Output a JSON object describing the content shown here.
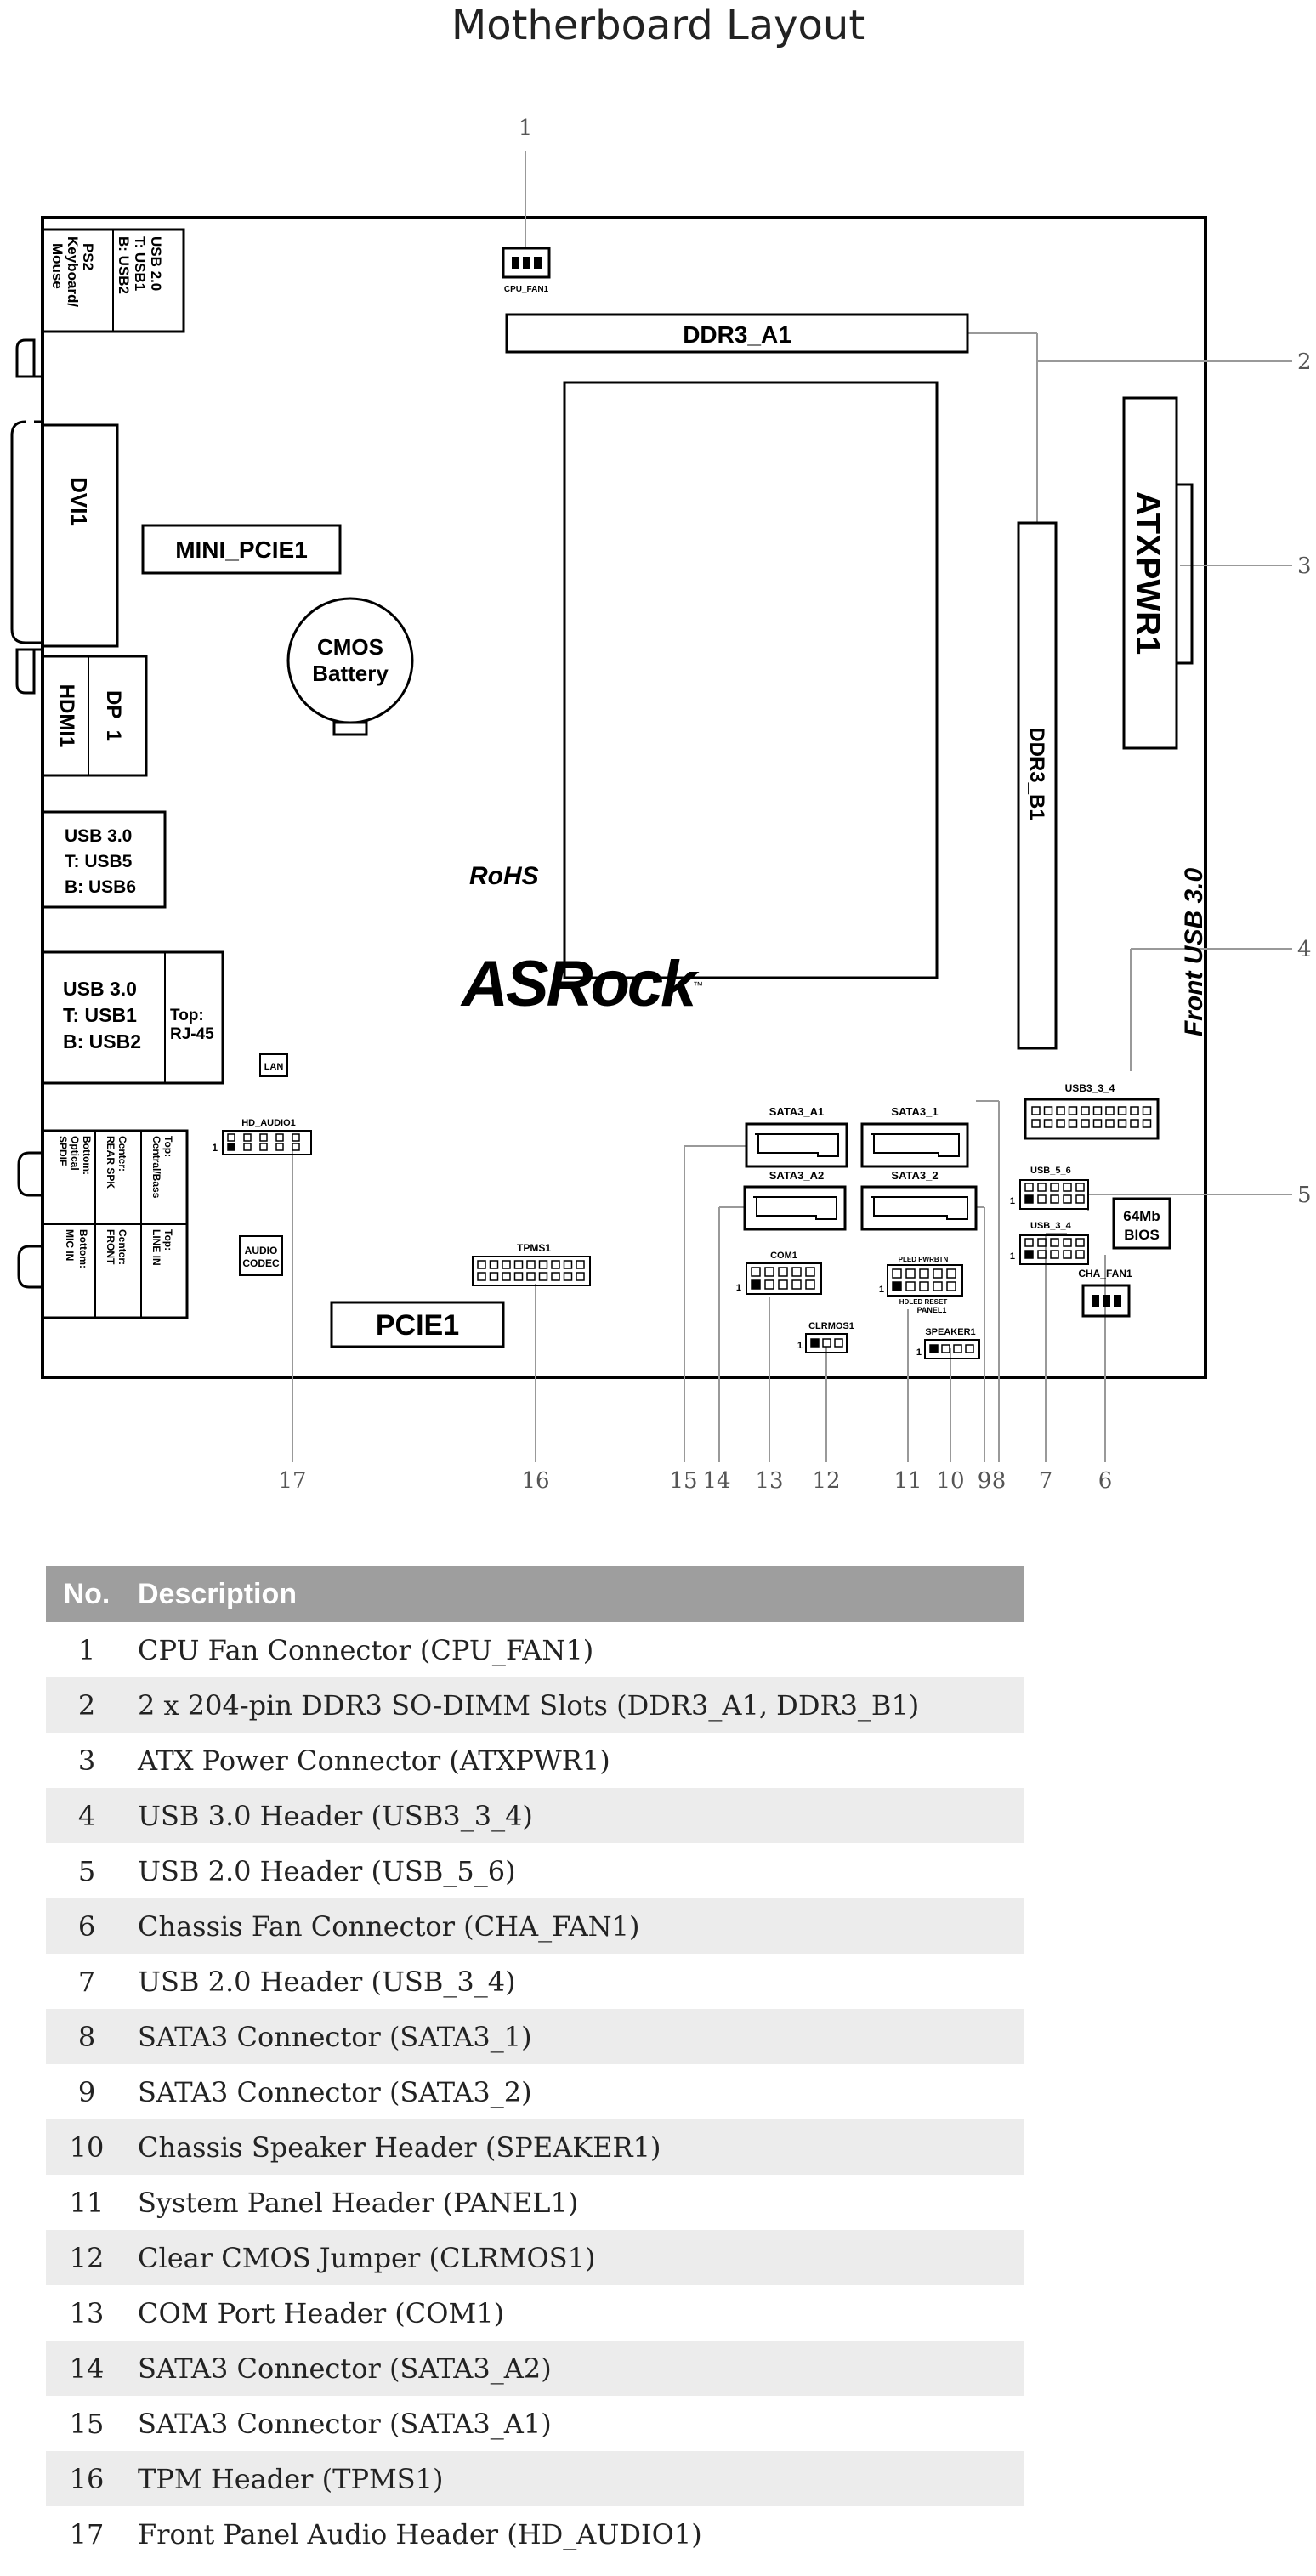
{
  "title": "Motherboard Layout",
  "labels": {
    "cpu_fan1": "CPU_FAN1",
    "ddr3_a1": "DDR3_A1",
    "ddr3_b1": "DDR3_B1",
    "atxpwr1": "ATXPWR1",
    "usb20_io": [
      "USB 2.0",
      "T: USB1",
      "B: USB2"
    ],
    "ps2": [
      "PS2",
      "Keyboard/",
      "Mouse"
    ],
    "dvi1": "DVI1",
    "mini_pcie1": "MINI_PCIE1",
    "cmos_battery": [
      "CMOS",
      "Battery"
    ],
    "hdmi1": "HDMI1",
    "dp_1": "DP_1",
    "usb30_56": [
      "USB 3.0",
      "T: USB5",
      "B: USB6"
    ],
    "rohs": "RoHS",
    "asrock": "ASRock",
    "front_usb30": "Front USB 3.0",
    "usb30_12": [
      "USB 3.0",
      "T: USB1",
      "B: USB2"
    ],
    "rj45": [
      "Top:",
      "RJ-45"
    ],
    "lan": "LAN",
    "usb3_3_4": "USB3_3_4",
    "hd_audio1": "HD_AUDIO1",
    "pin1": "1",
    "sata3_a1": "SATA3_A1",
    "sata3_1": "SATA3_1",
    "sata3_a2": "SATA3_A2",
    "sata3_2": "SATA3_2",
    "usb_5_6": "USB_5_6",
    "usb_3_4": "USB_3_4",
    "bios": [
      "64Mb",
      "BIOS"
    ],
    "cha_fan1": "CHA_FAN1",
    "audio_top": [
      "Top:",
      "Central/Bass"
    ],
    "audio_center1": [
      "Center:",
      "REAR SPK"
    ],
    "audio_bottom1": [
      "Bottom:",
      "Optical",
      "SPDIF"
    ],
    "audio_top2": [
      "Top:",
      "LINE IN"
    ],
    "audio_center2": [
      "Center:",
      "FRONT"
    ],
    "audio_bottom2": [
      "Bottom:",
      "MIC IN"
    ],
    "audio_codec": [
      "AUDIO",
      "CODEC"
    ],
    "tpms1": "TPMS1",
    "com1": "COM1",
    "panel_top": "PLED  PWRBTN",
    "panel_bottom": "HDLED  RESET",
    "panel1": "PANEL1",
    "clrmos1": "CLRMOS1",
    "speaker1": "SPEAKER1",
    "pcie1": "PCIE1"
  },
  "callouts": {
    "c1": "1",
    "c2": "2",
    "c3": "3",
    "c4": "4",
    "c5": "5",
    "c6": "6",
    "c7": "7",
    "c8": "8",
    "c9": "9",
    "c10": "10",
    "c11": "11",
    "c12": "12",
    "c13": "13",
    "c14": "14",
    "c15": "15",
    "c16": "16",
    "c17": "17"
  },
  "table": {
    "headers": {
      "no": "No.",
      "description": "Description"
    },
    "rows": [
      {
        "no": "1",
        "description": "CPU Fan Connector (CPU_FAN1)"
      },
      {
        "no": "2",
        "description": "2 x 204-pin DDR3 SO-DIMM Slots (DDR3_A1, DDR3_B1)"
      },
      {
        "no": "3",
        "description": "ATX Power Connector (ATXPWR1)"
      },
      {
        "no": "4",
        "description": "USB 3.0 Header (USB3_3_4)"
      },
      {
        "no": "5",
        "description": "USB 2.0 Header (USB_5_6)"
      },
      {
        "no": "6",
        "description": "Chassis Fan Connector (CHA_FAN1)"
      },
      {
        "no": "7",
        "description": "USB 2.0 Header (USB_3_4)"
      },
      {
        "no": "8",
        "description": "SATA3 Connector (SATA3_1)"
      },
      {
        "no": "9",
        "description": "SATA3 Connector (SATA3_2)"
      },
      {
        "no": "10",
        "description": "Chassis Speaker Header (SPEAKER1)"
      },
      {
        "no": "11",
        "description": "System Panel Header (PANEL1)"
      },
      {
        "no": "12",
        "description": "Clear CMOS Jumper (CLRMOS1)"
      },
      {
        "no": "13",
        "description": "COM Port Header (COM1)"
      },
      {
        "no": "14",
        "description": "SATA3 Connector (SATA3_A2)"
      },
      {
        "no": "15",
        "description": "SATA3 Connector (SATA3_A1)"
      },
      {
        "no": "16",
        "description": "TPM Header (TPMS1)"
      },
      {
        "no": "17",
        "description": "Front Panel Audio Header (HD_AUDIO1)"
      }
    ]
  }
}
